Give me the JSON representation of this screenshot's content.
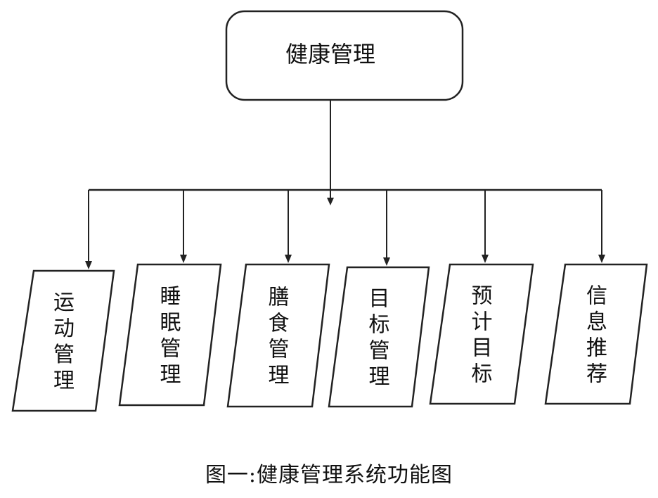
{
  "diagram": {
    "root": {
      "label": "健康管理"
    },
    "children": [
      {
        "label": "运动管理"
      },
      {
        "label": "睡眠管理"
      },
      {
        "label": "膳食管理"
      },
      {
        "label": "目标管理"
      },
      {
        "label": "预计目标"
      },
      {
        "label": "信息推荐"
      }
    ]
  },
  "caption": "图一:健康管理系统功能图"
}
